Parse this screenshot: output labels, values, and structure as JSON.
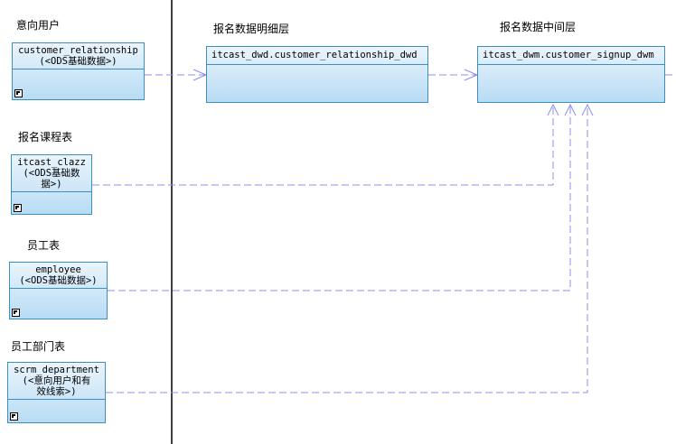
{
  "sections": {
    "intent_users": "意向用户",
    "course_table": "报名课程表",
    "employee_table": "员工表",
    "dept_table": "员工部门表",
    "dwd_layer": "报名数据明细层",
    "dwm_layer": "报名数据中间层"
  },
  "entities": {
    "customer_relationship": "customer_relationship\n(<ODS基础数据>)",
    "itcast_clazz": "itcast_clazz\n(<ODS基础数\n据>)",
    "employee": "employee\n(<ODS基础数据>)",
    "scrm_department": "scrm_department\n(<意向用户和有\n效线索>)",
    "dwd": "itcast_dwd.customer_relationship_dwd",
    "dwm": "itcast_dwm.customer_signup_dwm"
  },
  "colors": {
    "entity_border": "#3c8fc0",
    "entity_fill_top": "#eaf4fc",
    "entity_fill_bottom": "#b8dcf4",
    "connector": "#8c8cf0",
    "divider": "#404040"
  }
}
